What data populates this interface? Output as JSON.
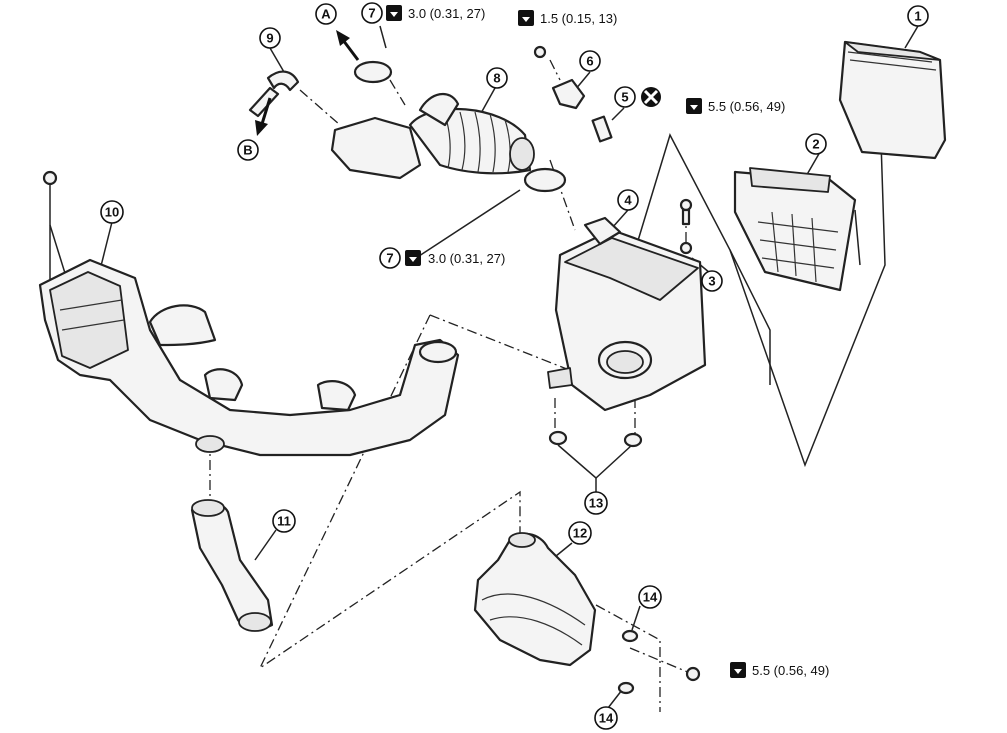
{
  "callouts": {
    "c1": "1",
    "c2": "2",
    "c3": "3",
    "c4": "4",
    "c5": "5",
    "c6": "6",
    "c7a": "7",
    "c7b": "7",
    "c8": "8",
    "c9": "9",
    "c10": "10",
    "c11": "11",
    "c12": "12",
    "c13": "13",
    "c14a": "14",
    "c14b": "14",
    "cA": "A",
    "cB": "B"
  },
  "torque": {
    "t7a": "3.0 (0.31, 27)",
    "t6": "1.5 (0.15, 13)",
    "t3": "5.5 (0.56, 49)",
    "t7b": "3.0 (0.31, 27)",
    "t14": "5.5 (0.56, 49)"
  },
  "icons": {
    "torque": "torque-wrench-icon",
    "noreuse": "do-not-reuse-icon",
    "arrow": "direction-arrow-icon"
  },
  "colors": {
    "line": "#222222",
    "background": "#ffffff"
  }
}
